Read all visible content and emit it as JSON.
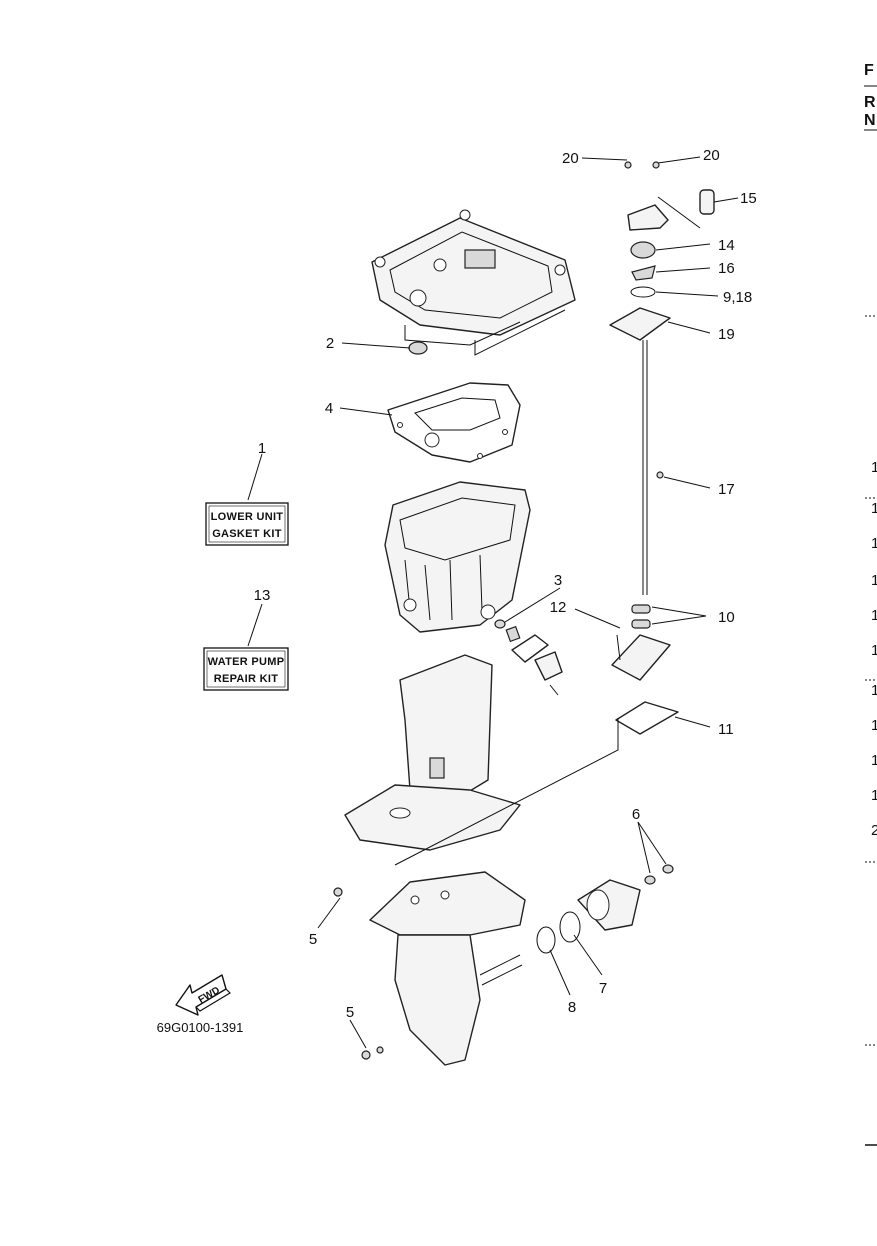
{
  "diagram_id": "69G0100-1391",
  "kits": [
    {
      "ref": "1",
      "line1": "LOWER UNIT",
      "line2": "GASKET KIT"
    },
    {
      "ref": "13",
      "line1": "WATER PUMP",
      "line2": "REPAIR KIT"
    }
  ],
  "callouts": [
    "1",
    "2",
    "3",
    "4",
    "5",
    "5",
    "6",
    "7",
    "8",
    "9,18",
    "10",
    "11",
    "12",
    "13",
    "14",
    "15",
    "16",
    "17",
    "19",
    "20",
    "20"
  ],
  "fwd_label": "FWD",
  "right_edge": [
    "F",
    "R",
    "N",
    "1",
    "1",
    "1",
    "1",
    "1",
    "1",
    "1",
    "1",
    "1",
    "1",
    "2"
  ]
}
